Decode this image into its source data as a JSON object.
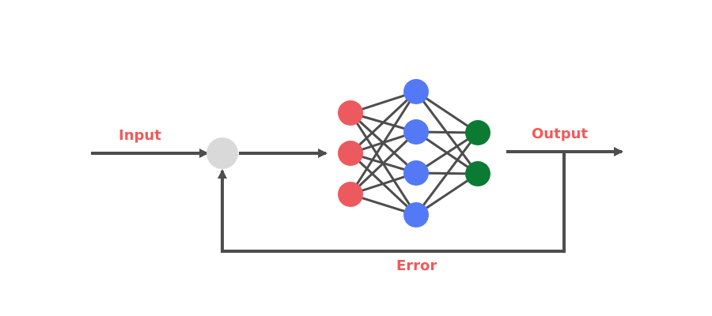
{
  "labels": {
    "input": "Input",
    "output": "Output",
    "error": "Error"
  },
  "colors": {
    "label": "#f05a5a",
    "line": "#4d4d4d",
    "summing_junction": "#d9d9d9",
    "input_layer": "#ec5a5f",
    "hidden_layer": "#5479f7",
    "output_layer": "#0b7a33",
    "background": "#ffffff"
  },
  "network": {
    "layers": [
      {
        "name": "input",
        "nodes": 3
      },
      {
        "name": "hidden",
        "nodes": 4
      },
      {
        "name": "output",
        "nodes": 2
      }
    ],
    "fully_connected": true
  }
}
